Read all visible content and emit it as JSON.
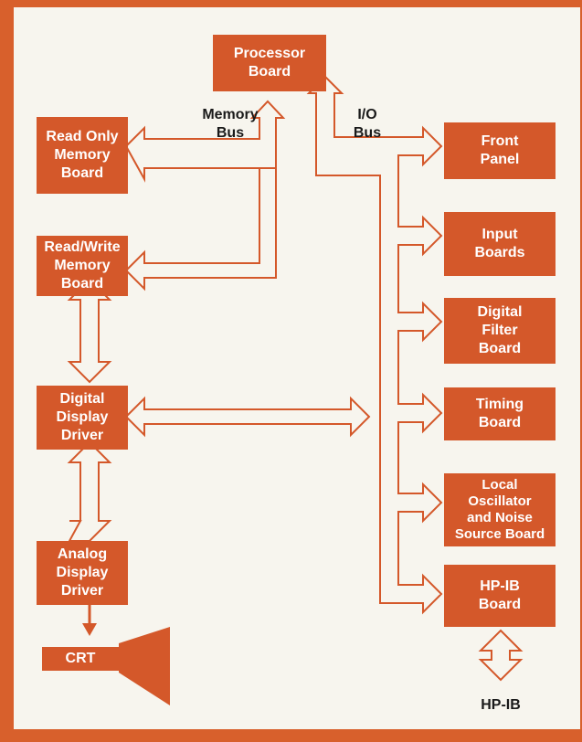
{
  "colors": {
    "border": "#d8602c",
    "block": "#d4582a",
    "background": "#f7f5ee",
    "bus_stroke": "#d4582a",
    "label_text": "#1a1a1a"
  },
  "blocks": {
    "processor": "Processor\nBoard",
    "rom": "Read Only\nMemory\nBoard",
    "ram": "Read/Write\nMemory\nBoard",
    "digital_display": "Digital\nDisplay\nDriver",
    "analog_display": "Analog\nDisplay\nDriver",
    "crt": "CRT",
    "front_panel": "Front\nPanel",
    "input_boards": "Input\nBoards",
    "digital_filter": "Digital\nFilter\nBoard",
    "timing": "Timing\nBoard",
    "local_osc": "Local\nOscillator\nand Noise\nSource Board",
    "hpib_board": "HP-IB\nBoard"
  },
  "labels": {
    "memory_bus": "Memory\nBus",
    "io_bus": "I/O\nBus",
    "hpib_port": "HP-IB"
  }
}
